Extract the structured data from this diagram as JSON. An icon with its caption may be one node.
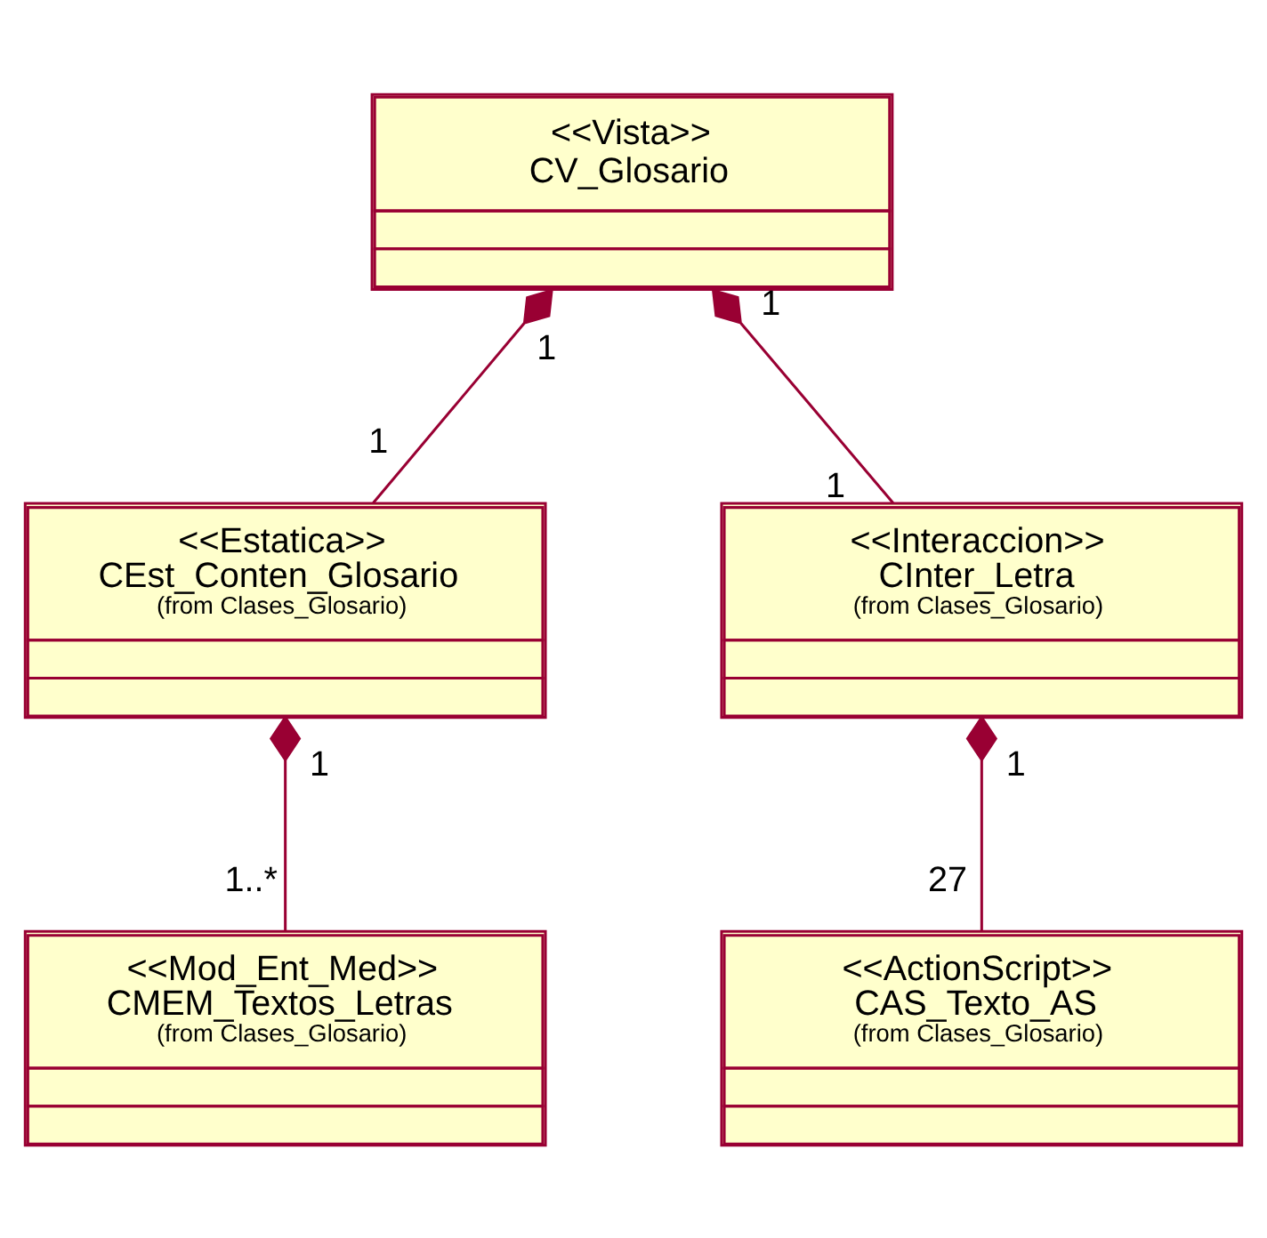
{
  "diagram": {
    "nodes": [
      {
        "text": [
          "<<Vista>>",
          "CV_Glosario"
        ]
      },
      {
        "text": [
          "<<Estatica>>",
          "CEst_Conten_Glosario",
          "(from Clases_Glosario)"
        ]
      },
      {
        "text": [
          "<<Interaccion>>",
          "CInter_Letra",
          "(from Clases_Glosario)"
        ]
      },
      {
        "text": [
          "<<Mod_Ent_Med>>",
          "CMEM_Textos_Letras",
          "(from Clases_Glosario)"
        ]
      },
      {
        "text": [
          "<<ActionScript>>",
          "CAS_Texto_AS",
          "(from Clases_Glosario)"
        ]
      }
    ],
    "edges": [
      {
        "from": 0,
        "to": 1,
        "arrow": "other"
      },
      {
        "from": 0,
        "to": 2,
        "arrow": "other"
      },
      {
        "from": 1,
        "to": 3,
        "arrow": "other"
      },
      {
        "from": 2,
        "to": 4,
        "arrow": "other"
      }
    ],
    "labels": [
      "1",
      "1",
      "1",
      "1",
      "1",
      "1..*",
      "1",
      "27"
    ]
  }
}
